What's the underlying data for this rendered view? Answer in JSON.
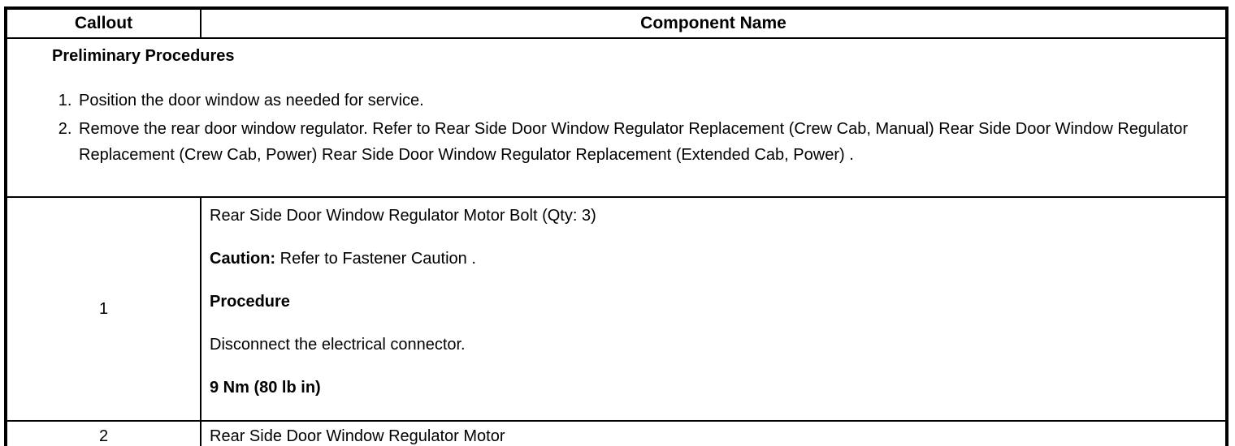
{
  "table": {
    "header": {
      "callout": "Callout",
      "component_name": "Component Name"
    },
    "preliminary": {
      "title": "Preliminary Procedures",
      "steps": [
        "Position the door window as needed for service.",
        "Remove the rear door window regulator. Refer to Rear Side Door Window Regulator Replacement (Crew Cab, Manual) Rear Side Door Window Regulator Replacement (Crew Cab, Power) Rear Side Door Window Regulator Replacement (Extended Cab, Power) ."
      ]
    },
    "rows": [
      {
        "callout": "1",
        "paragraphs": [
          {
            "prefix": "",
            "rest": "Rear Side Door Window Regulator Motor Bolt (Qty: 3)"
          },
          {
            "prefix": "Caution:",
            "rest": " Refer to Fastener Caution ."
          },
          {
            "prefix": "Procedure",
            "rest": ""
          },
          {
            "prefix": "",
            "rest": "Disconnect the electrical connector."
          },
          {
            "prefix": "9 Nm (80 lb in)",
            "rest": ""
          }
        ]
      },
      {
        "callout": "2",
        "paragraphs": [
          {
            "prefix": "",
            "rest": "Rear Side Door Window Regulator Motor"
          }
        ]
      }
    ]
  },
  "colors": {
    "text": "#000000",
    "border": "#000000",
    "background": "#ffffff"
  }
}
